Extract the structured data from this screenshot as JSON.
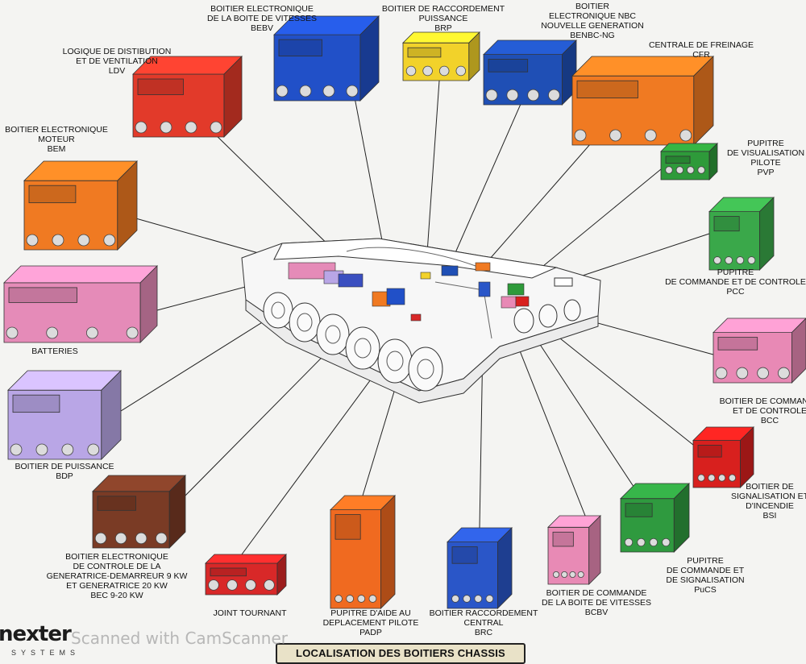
{
  "diagram": {
    "footer_title": "LOCALISATION DES BOITIERS CHASSIS",
    "components": [
      {
        "id": "bebv",
        "lines": [
          "BOITIER ELECTRONIQUE",
          "DE LA BOITE DE VITESSES",
          "BEBV"
        ],
        "color": "#2150c8"
      },
      {
        "id": "brp",
        "lines": [
          "BOITIER DE RACCORDEMENT",
          "PUISSANCE",
          "BRP"
        ],
        "color": "#f2d22a"
      },
      {
        "id": "benbc",
        "lines": [
          "BOITIER",
          "ELECTRONIQUE NBC",
          "NOUVELLE GENERATION",
          "BENBC-NG"
        ],
        "color": "#1f4fb5"
      },
      {
        "id": "cfr",
        "lines": [
          "CENTRALE DE FREINAGE",
          "CFR"
        ],
        "color": "#f07a22"
      },
      {
        "id": "ldv",
        "lines": [
          "LOGIQUE DE DISTIBUTION",
          "ET DE VENTILATION",
          "LDV"
        ],
        "color": "#e23a2a"
      },
      {
        "id": "bem",
        "lines": [
          "BOITIER ELECTRONIQUE",
          "MOTEUR",
          "BEM"
        ],
        "color": "#f07a22"
      },
      {
        "id": "pvp",
        "lines": [
          "PUPITRE",
          "DE VISUALISATION",
          "PILOTE",
          "PVP"
        ],
        "color": "#2e9a3a"
      },
      {
        "id": "pcc",
        "lines": [
          "PUPITRE",
          "DE COMMANDE ET DE CONTROLE",
          "PCC"
        ],
        "color": "#3aa84a"
      },
      {
        "id": "batteries",
        "lines": [
          "BATTERIES"
        ],
        "color": "#e58bb8"
      },
      {
        "id": "bcc",
        "lines": [
          "BOITIER DE COMMANDE",
          "ET DE CONTROLE",
          "BCC"
        ],
        "color": "#e889b5"
      },
      {
        "id": "bdp",
        "lines": [
          "BOITIER DE PUISSANCE",
          "BDP"
        ],
        "color": "#b9a6e6"
      },
      {
        "id": "bsi",
        "lines": [
          "BOITIER DE",
          "SIGNALISATION ET",
          "D'INCENDIE",
          "BSI"
        ],
        "color": "#d8201e"
      },
      {
        "id": "bec",
        "lines": [
          "BOITIER ELECTRONIQUE",
          "DE CONTROLE DE LA",
          "GENERATRICE-DEMARREUR 9 KW",
          "ET GENERATRICE 20 KW",
          "BEC 9-20 KW"
        ],
        "color": "#7a3b25"
      },
      {
        "id": "pucs",
        "lines": [
          "PUPITRE",
          "DE COMMANDE ET",
          "DE SIGNALISATION",
          "PuCS"
        ],
        "color": "#2f9a3f"
      },
      {
        "id": "joint",
        "lines": [
          "JOINT TOURNANT"
        ],
        "color": "#d82828"
      },
      {
        "id": "padp",
        "lines": [
          "PUPITRE D'AIDE AU",
          "DEPLACEMENT PILOTE",
          "PADP"
        ],
        "color": "#f06a20"
      },
      {
        "id": "brc",
        "lines": [
          "BOITIER RACCORDEMENT",
          "CENTRAL",
          "BRC"
        ],
        "color": "#2a56c8"
      },
      {
        "id": "bcbv",
        "lines": [
          "BOITIER DE COMMANDE",
          "DE LA BOITE DE VITESSES",
          "BCBV"
        ],
        "color": "#e88ab5"
      }
    ],
    "logo": {
      "brand": "nexter",
      "sub": "SYSTEMS"
    },
    "watermark": "Scanned with CamScanner"
  }
}
